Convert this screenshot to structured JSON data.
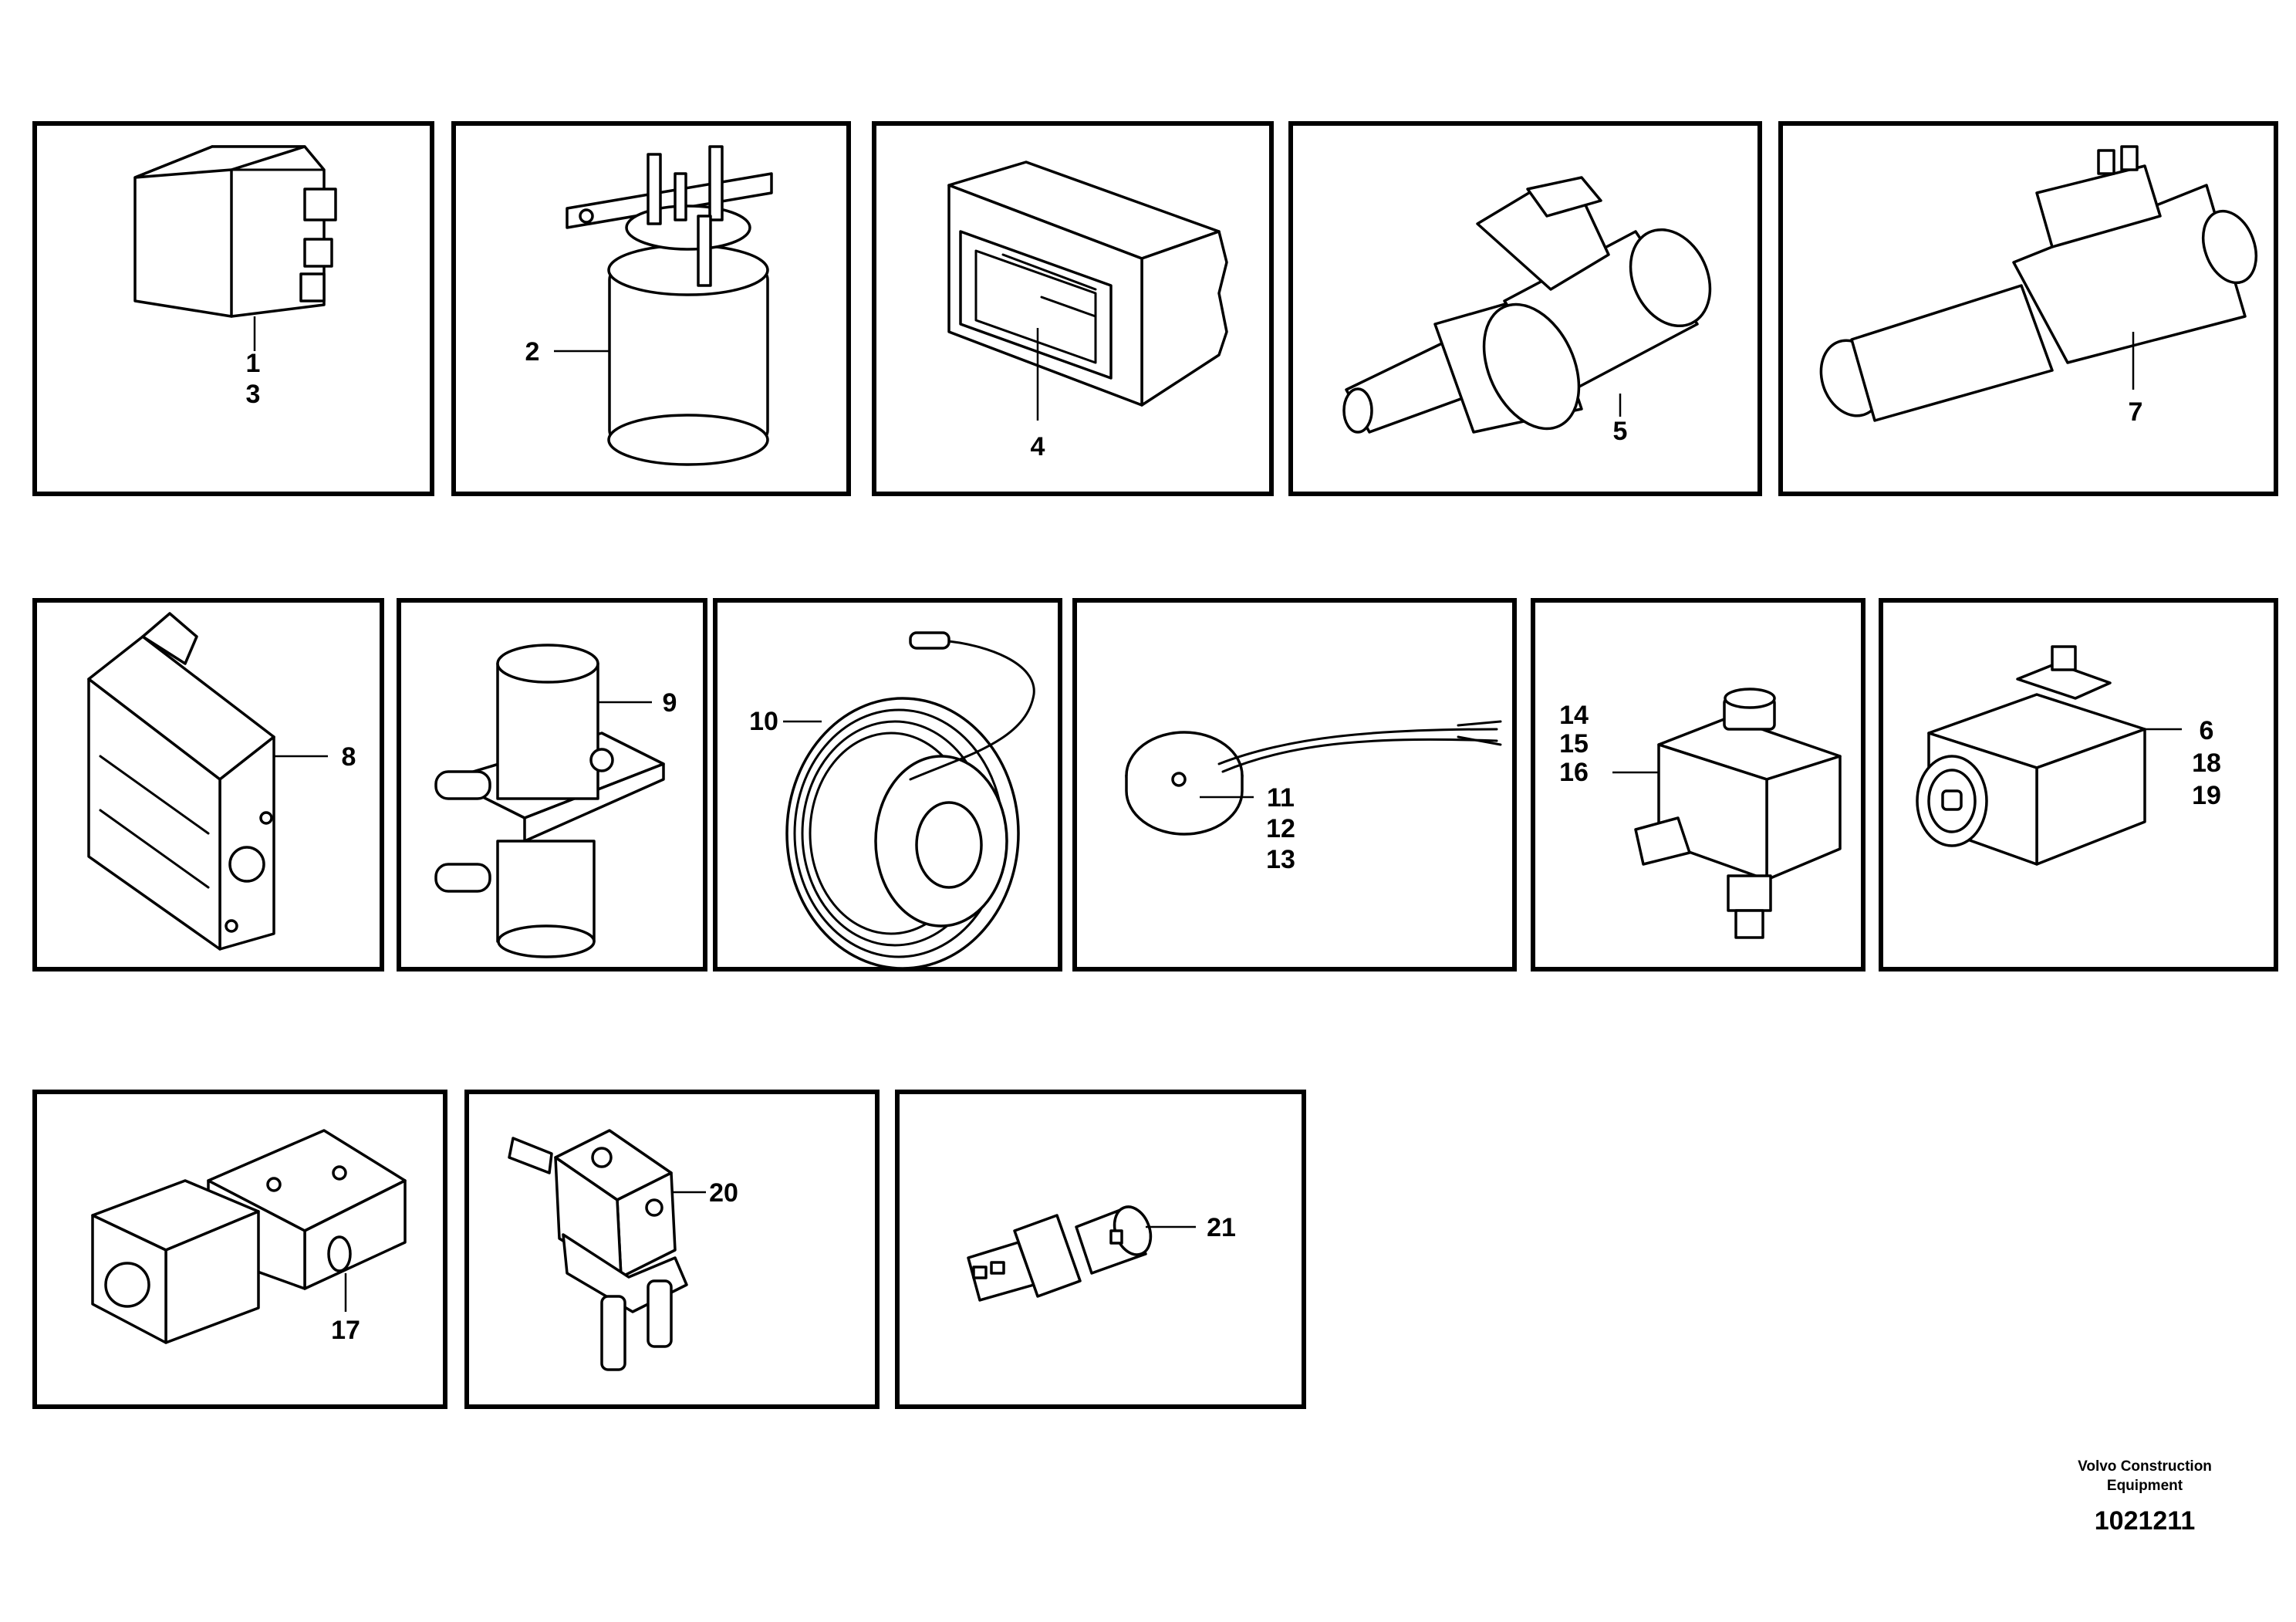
{
  "panels": [
    {
      "id": "p1",
      "callouts": [
        "1",
        "3"
      ]
    },
    {
      "id": "p2",
      "callouts": [
        "2"
      ]
    },
    {
      "id": "p3",
      "callouts": [
        "4"
      ]
    },
    {
      "id": "p4",
      "callouts": [
        "5"
      ]
    },
    {
      "id": "p5",
      "callouts": [
        "7"
      ]
    },
    {
      "id": "p6",
      "callouts": [
        "8"
      ]
    },
    {
      "id": "p7",
      "callouts": [
        "9"
      ]
    },
    {
      "id": "p8",
      "callouts": [
        "10"
      ]
    },
    {
      "id": "p9",
      "callouts": [
        "11",
        "12",
        "13"
      ]
    },
    {
      "id": "p10",
      "callouts": [
        "14",
        "15",
        "16"
      ]
    },
    {
      "id": "p11",
      "callouts": [
        "6",
        "18",
        "19"
      ]
    },
    {
      "id": "p12",
      "callouts": [
        "17"
      ]
    },
    {
      "id": "p13",
      "callouts": [
        "20"
      ]
    },
    {
      "id": "p14",
      "callouts": [
        "21"
      ]
    }
  ],
  "footer": {
    "brand_line1": "Volvo Construction",
    "brand_line2": "Equipment",
    "doc_number": "1021211"
  }
}
